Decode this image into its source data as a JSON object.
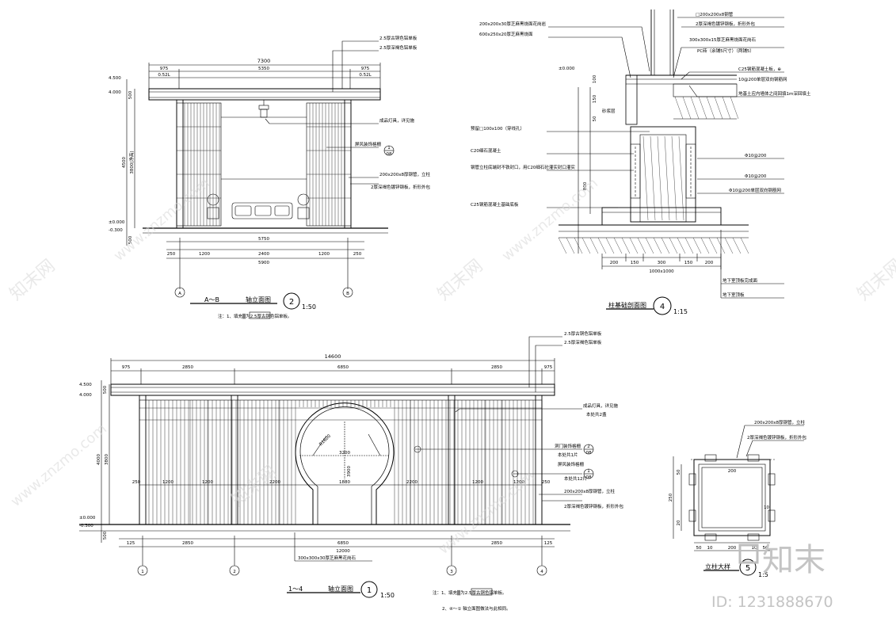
{
  "elevation_ab": {
    "caption_prefix": "A～B",
    "caption_text": "轴立面图",
    "number": "2",
    "scale": "1:50",
    "note": "注：1、填充▒为2.5厚古铜色铝单板。",
    "dims_top": [
      "7300",
      "975",
      "5350",
      "975"
    ],
    "dims_top2": [
      "0.52L",
      "0.52L"
    ],
    "levels": [
      "4.500",
      "4.000",
      "±0.000",
      "-0.300"
    ],
    "vertical_dims": [
      "500",
      "4500",
      "3800(净高)",
      "500"
    ],
    "dims_bottom": [
      "5750",
      "250",
      "1200",
      "2400",
      "1200",
      "250",
      "5900"
    ],
    "axes": [
      "A",
      "B"
    ],
    "callouts": [
      "2.5厚古铜色铝单板",
      "2.5厚深褐色铝单板",
      "成品灯具，详见施",
      "屏风装饰格栅",
      "200x200x8厚钢管，立柱",
      "2厚深褐色镀锌钢板，折形外包"
    ],
    "bubble": {
      "top": "1",
      "bottom": "08"
    }
  },
  "section_4": {
    "caption_text": "柱基础剖面图",
    "number": "4",
    "scale": "1:15",
    "callouts_top": [
      "200x200x30厚芝麻黑烧面花岗岩",
      "600x250x20厚芝麻黑烧面",
      "□200x200x8钢管",
      "2厚深褐色镀锌钢板，折形外包",
      "300x300x15厚芝麻黑烧面花岗石",
      "PC砖（余铺5尺寸）（两铺5）"
    ],
    "callouts_right": [
      "C25钢筋混凝土板，⊕",
      "10@200单层双向钢筋网",
      "地基土应内墙体之间回填1m深回填土",
      "Φ10@200",
      "Φ10@200",
      "Φ10@200单层双向钢筋网"
    ],
    "callouts_left": [
      "预留□100x100（穿线孔）",
      "C20细石混凝土",
      "钢管立柱底端封不铁封口，用C20细石砼灌实封口灌实",
      "C25钢筋混凝土基础底板",
      "砂浆层"
    ],
    "level": "±0.000",
    "dims_bottom": [
      "200",
      "150",
      "300",
      "150",
      "200"
    ],
    "dim_total": "1000x1000",
    "dims_left": [
      "100",
      "150",
      "50",
      "800"
    ],
    "notes_bottom": [
      "地下室顶板完成面",
      "地下室顶板"
    ]
  },
  "elevation_14": {
    "caption_prefix": "1～4",
    "caption_text": "轴立面图",
    "number": "1",
    "scale": "1:50",
    "note1": "注：1、填充▒为2.5厚古铜色铝单板。",
    "note2": "2、④～① 轴立面图做法与此相同。",
    "dims_top": [
      "14600",
      "975",
      "2850",
      "6850",
      "2850",
      "975"
    ],
    "levels": [
      "4.500",
      "4.000",
      "±0.000",
      "-0.300"
    ],
    "vertical_dims": [
      "500",
      "4000",
      "3800",
      "500"
    ],
    "dims_inner": [
      "250",
      "1200",
      "1200",
      "2200",
      "1880",
      "2200",
      "1200",
      "1200",
      "250"
    ],
    "circle_dims": [
      "3200",
      "R1600",
      "3900"
    ],
    "dims_bottom": [
      "125",
      "2850",
      "6850",
      "2850",
      "125"
    ],
    "dim_total": "12000",
    "axes": [
      "1",
      "2",
      "3",
      "4"
    ],
    "callouts": [
      "2.5厚古铜色铝单板",
      "2.5厚深褐色铝单板",
      "成品灯具，详见施",
      "本处共2盏",
      "洞门装饰格栅",
      "本处共1片",
      "屏风装饰格栅",
      "本处共12片",
      "200x200x8厚钢管，立柱",
      "2厚深褐色镀锌钢板，折形外包"
    ],
    "bottom_callout": "300x300x30厚芝麻黑花岗石",
    "bubbles": [
      {
        "top": "2",
        "bottom": "08"
      },
      {
        "top": "1",
        "bottom": "08"
      }
    ]
  },
  "detail_5": {
    "caption_text": "立柱大样",
    "number": "5",
    "scale": "1:5",
    "callouts": [
      "200x200x8厚钢管，立柱",
      "2厚深褐色镀锌钢板，折形外包"
    ],
    "dims": [
      "200",
      "250",
      "50",
      "10",
      "20"
    ],
    "dims_bottom": [
      "50",
      "10",
      "200",
      "10",
      "50"
    ]
  },
  "watermark": {
    "logo_text": "知末",
    "id_text": "ID: 1231888670",
    "tile_text": "www.znzmo.com",
    "tile_cn": "知末网"
  }
}
